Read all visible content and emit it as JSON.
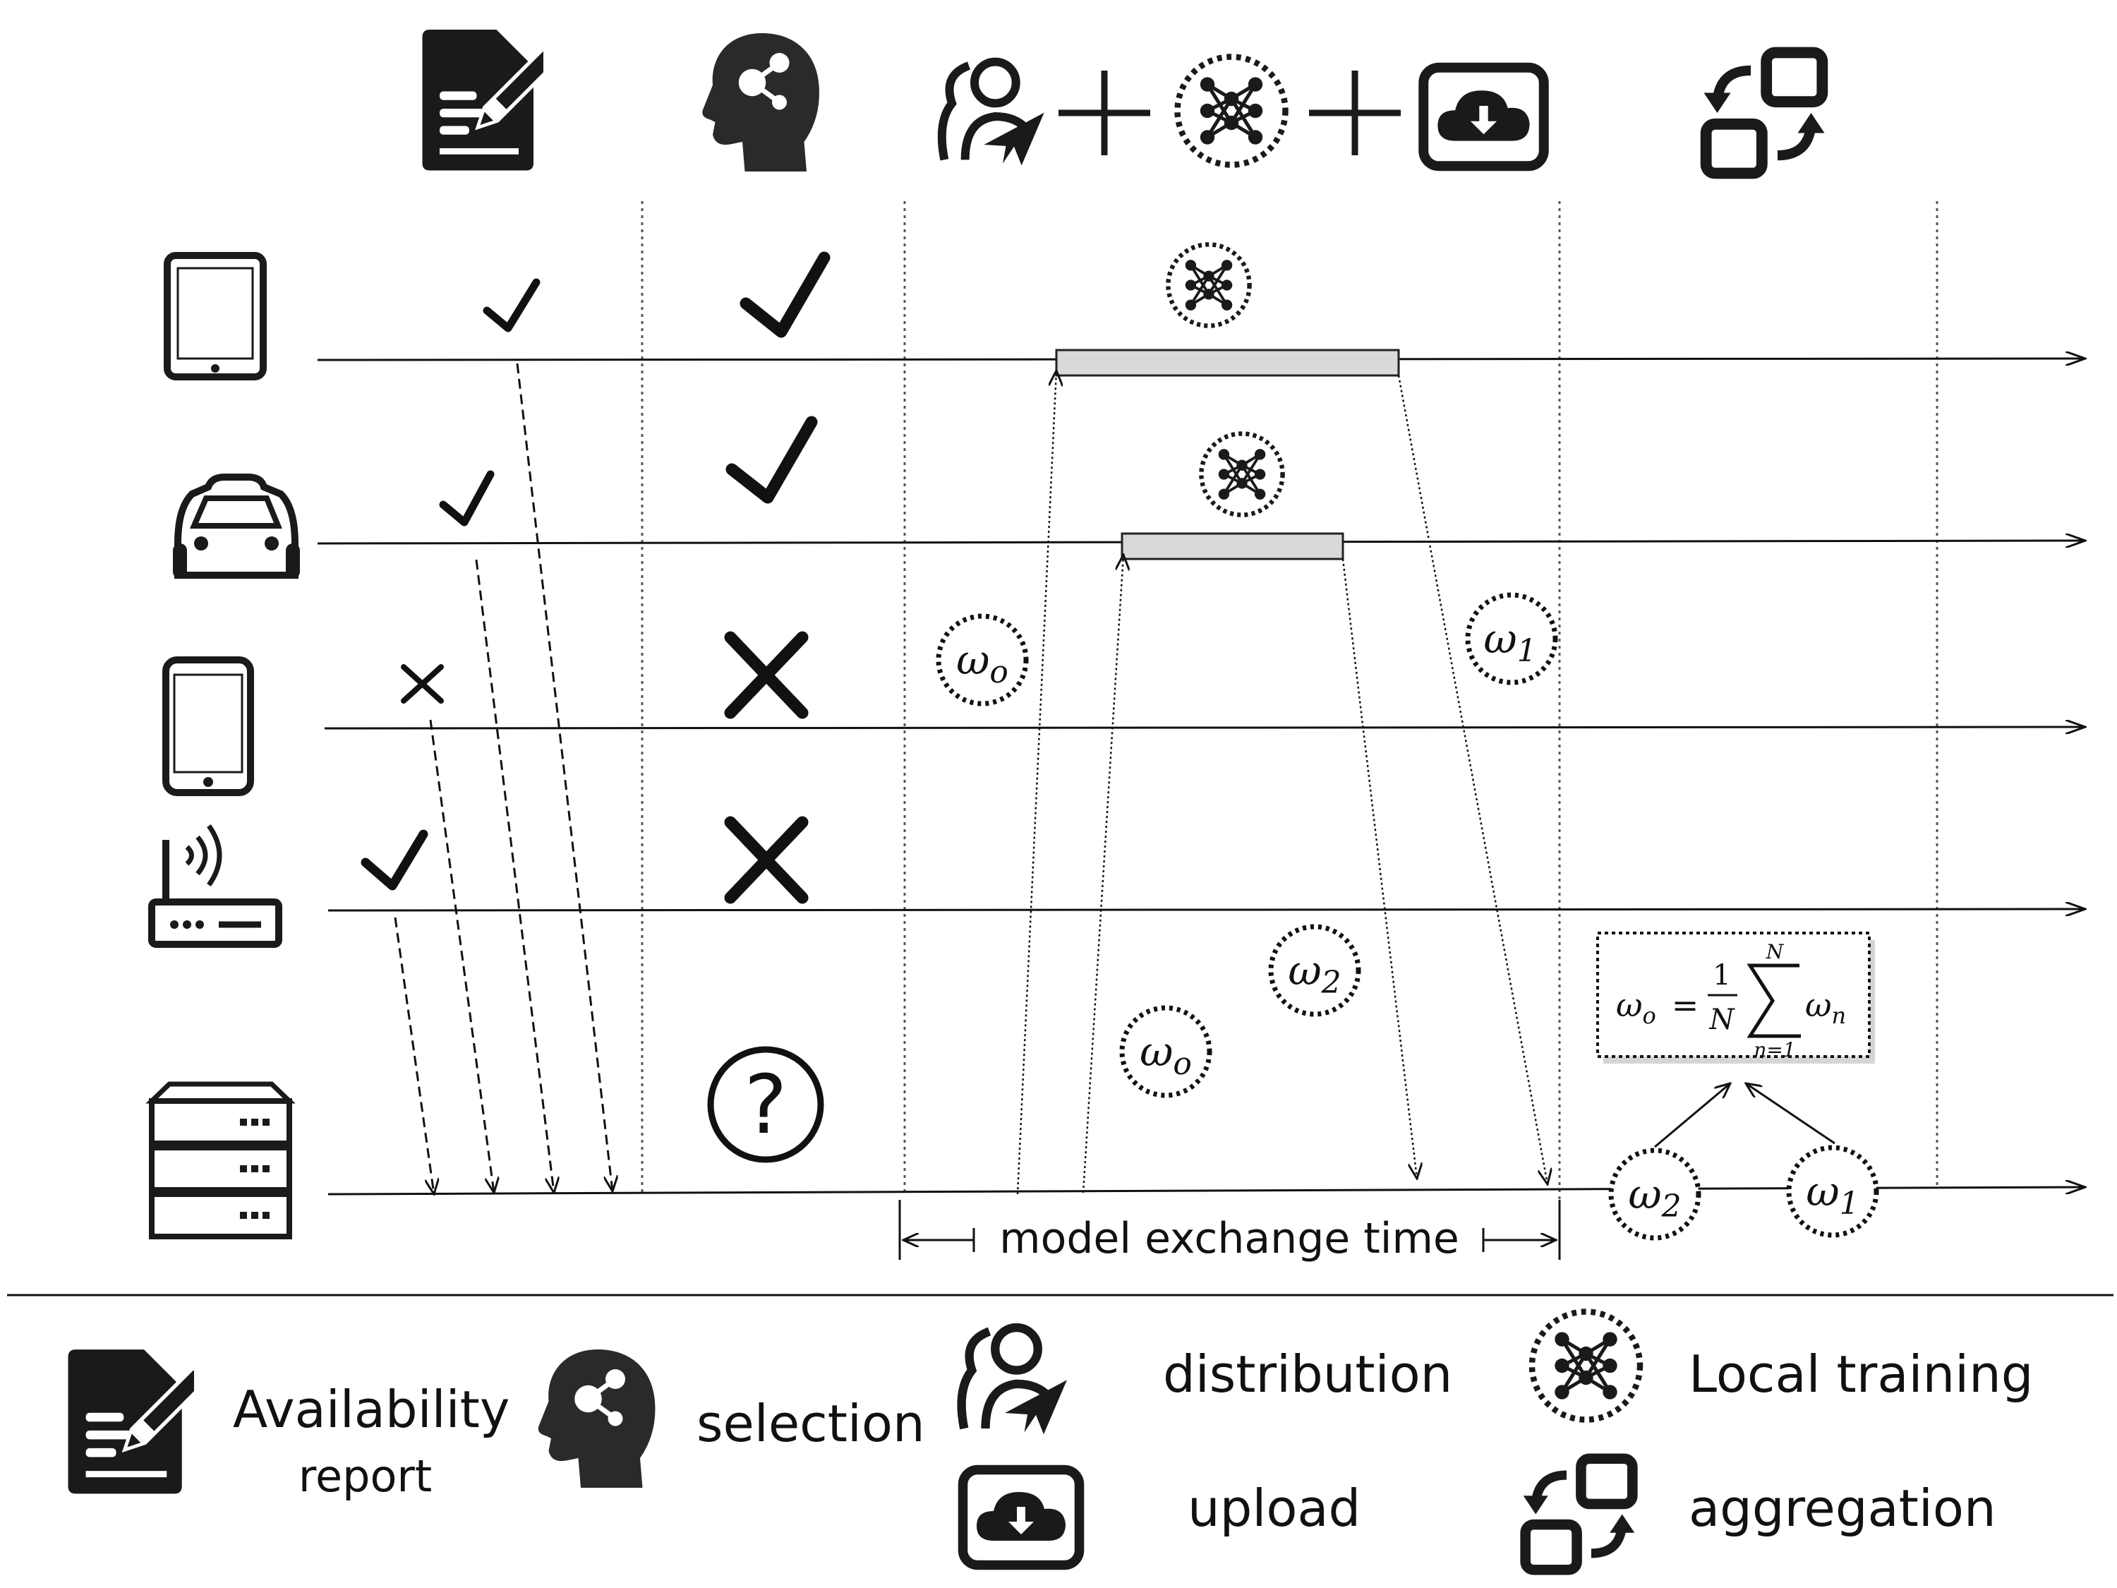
{
  "diagram": {
    "axis_label": "model exchange time",
    "formula": {
      "lhs": "ω",
      "lhs_sub": "o",
      "eq": "=",
      "num": "1",
      "den": "N",
      "sum_top": "N",
      "sum_bottom": "n=1",
      "term": "ω",
      "term_sub": "n"
    },
    "weights": {
      "w0": {
        "base": "ω",
        "sub": "o"
      },
      "w1": {
        "base": "ω",
        "sub": "1"
      },
      "w2": {
        "base": "ω",
        "sub": "2"
      }
    },
    "question_mark": "?"
  },
  "legend": {
    "availability_line1": "Availability",
    "availability_line2": "report",
    "selection": "selection",
    "distribution": "distribution",
    "upload": "upload",
    "local_training": "Local training",
    "aggregation": "aggregation"
  },
  "colors": {
    "ink": "#111111",
    "bar_fill": "#d9d9d9",
    "divider": "#555555"
  }
}
